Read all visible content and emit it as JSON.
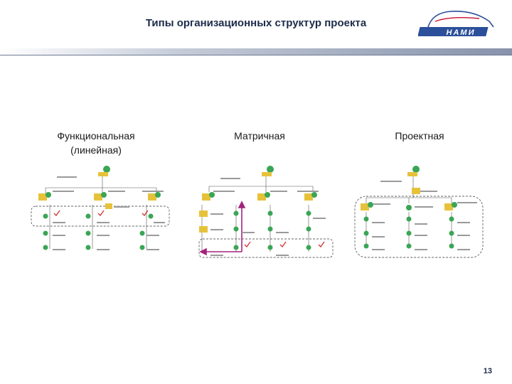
{
  "header": {
    "title": "Типы организационных структур проекта",
    "logo_text": "НАМИ"
  },
  "columns": [
    {
      "title_line1": "Функциональная",
      "title_line2": "(линейная)"
    },
    {
      "title_line1": "Матричная",
      "title_line2": ""
    },
    {
      "title_line1": "Проектная",
      "title_line2": ""
    }
  ],
  "footer": {
    "page_number": "13"
  },
  "colors": {
    "title": "#1c2b4a",
    "header_bar": "#a9b3c6",
    "logo_blue": "#2b4f9a",
    "logo_red": "#c8102e",
    "figure_green": "#3aa655",
    "figure_yellow": "#e6c23a",
    "check_red": "#d22f2f",
    "matrix_arrow": "#a3237d"
  }
}
